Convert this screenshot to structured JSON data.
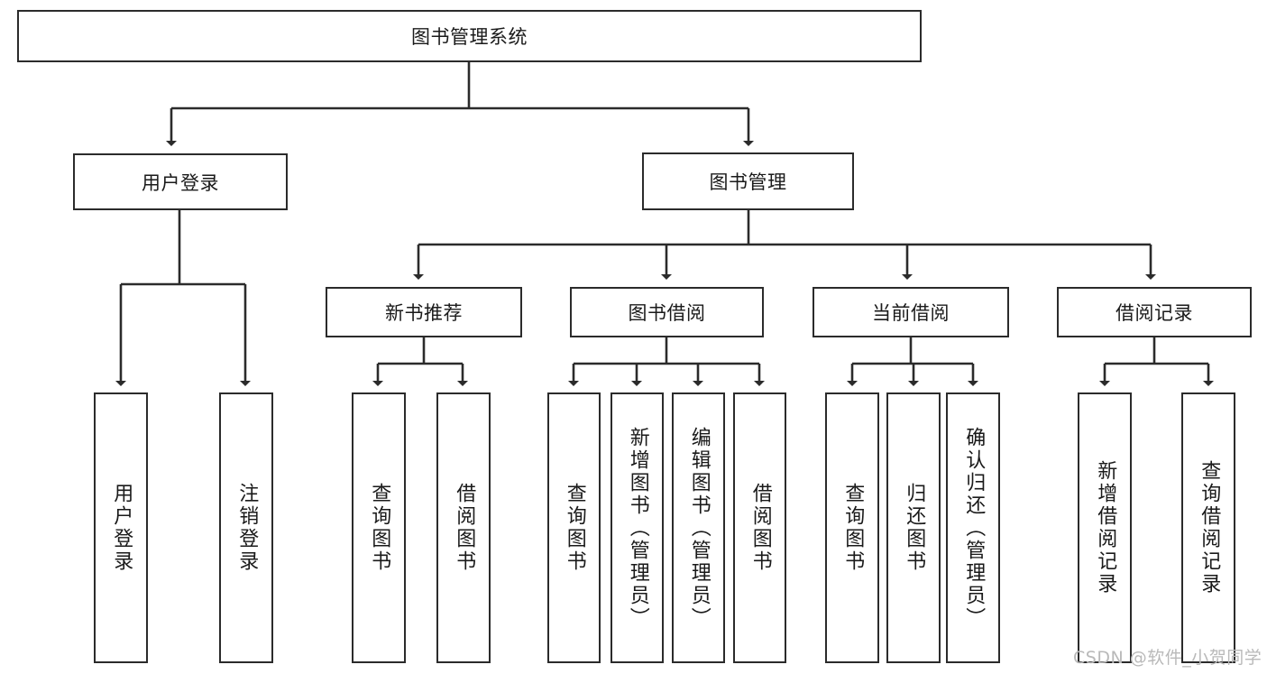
{
  "diagram": {
    "type": "tree-hierarchy",
    "title": "图书管理系统",
    "watermark": "CSDN @软件_小贺同学",
    "colors": {
      "box_border": "#2b2b2b",
      "connector": "#2b2b2b",
      "background": "#ffffff",
      "text": "#1a1a1a",
      "watermark": "#b9b9b9"
    },
    "root": {
      "label": "图书管理系统"
    },
    "level2": [
      {
        "label": "用户登录"
      },
      {
        "label": "图书管理"
      }
    ],
    "level3": [
      {
        "label": "新书推荐"
      },
      {
        "label": "图书借阅"
      },
      {
        "label": "当前借阅"
      },
      {
        "label": "借阅记录"
      }
    ],
    "leaves": {
      "user_login": [
        {
          "label": "用户登录"
        },
        {
          "label": "注销登录"
        }
      ],
      "new_book_recommend": [
        {
          "label": "查询图书"
        },
        {
          "label": "借阅图书"
        }
      ],
      "book_borrow": [
        {
          "label": "查询图书"
        },
        {
          "label": "新增图书（管理员）"
        },
        {
          "label": "编辑图书（管理员）"
        },
        {
          "label": "借阅图书"
        }
      ],
      "current_borrow": [
        {
          "label": "查询图书"
        },
        {
          "label": "归还图书"
        },
        {
          "label": "确认归还（管理员）"
        }
      ],
      "borrow_record": [
        {
          "label": "新增借阅记录"
        },
        {
          "label": "查询借阅记录"
        }
      ]
    }
  }
}
